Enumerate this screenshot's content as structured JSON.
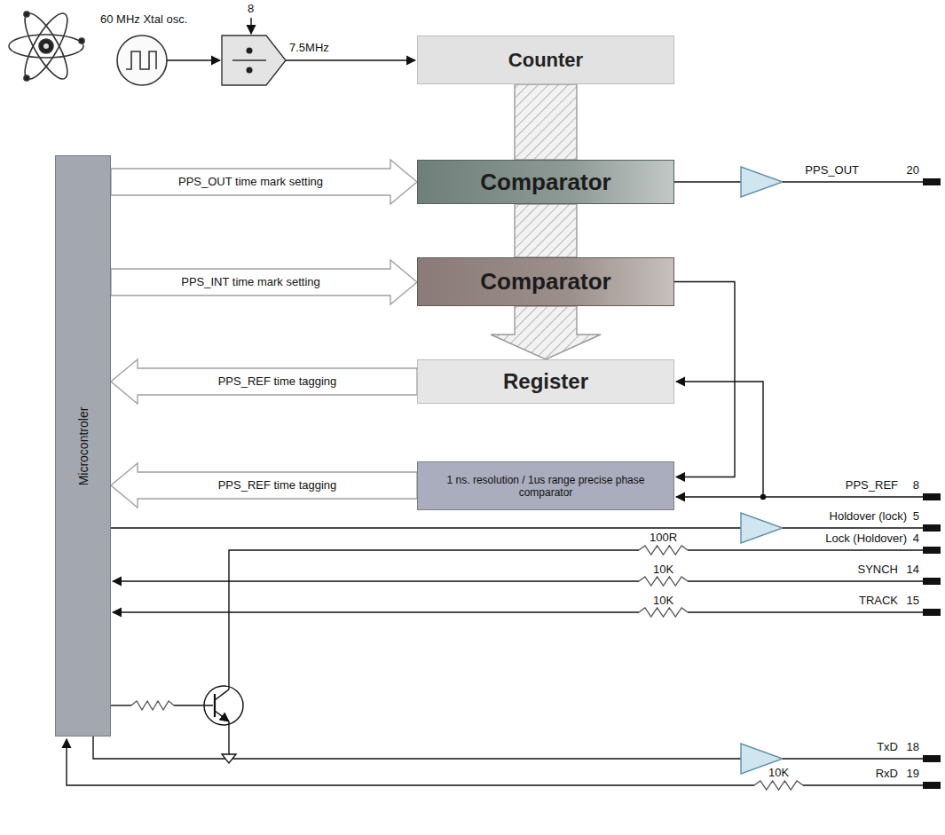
{
  "diagram": {
    "nodes": [
      {
        "text": [
          "Counter"
        ]
      },
      {
        "text": [
          "Comparator"
        ]
      },
      {
        "text": [
          "Comparator"
        ]
      },
      {
        "text": [
          "Register"
        ]
      },
      {
        "text": [
          "1 ns. resolution / 1us range precise phase comparator"
        ]
      },
      {
        "text": [
          "Microcontroler"
        ]
      }
    ],
    "edges": [
      {
        "from": 0,
        "to": 1,
        "arrow": "none"
      },
      {
        "from": 1,
        "to": 2,
        "arrow": "none"
      },
      {
        "from": 2,
        "to": 3,
        "arrow": "to"
      },
      {
        "from": 5,
        "to": 1,
        "label": "PPS_OUT time mark setting",
        "arrow": "to"
      },
      {
        "from": 5,
        "to": 2,
        "label": "PPS_INT time mark setting",
        "arrow": "to"
      },
      {
        "from": 3,
        "to": 5,
        "label": "PPS_REF time tagging",
        "arrow": "to"
      },
      {
        "from": 4,
        "to": 5,
        "label": "PPS_REF time tagging",
        "arrow": "to"
      },
      {
        "from": 2,
        "to": 4,
        "arrow": "to"
      }
    ],
    "labels": [
      "60 MHz Xtal osc.",
      "8",
      "7.5MHz",
      "PPS_OUT",
      "20",
      "PPS_REF",
      "8",
      "Holdover (lock)",
      "5",
      "100R",
      "Lock (Holdover)",
      "4",
      "10K",
      "SYNCH",
      "14",
      "10K",
      "TRACK",
      "15",
      "TxD",
      "18",
      "RxD",
      "10K",
      "19"
    ]
  }
}
